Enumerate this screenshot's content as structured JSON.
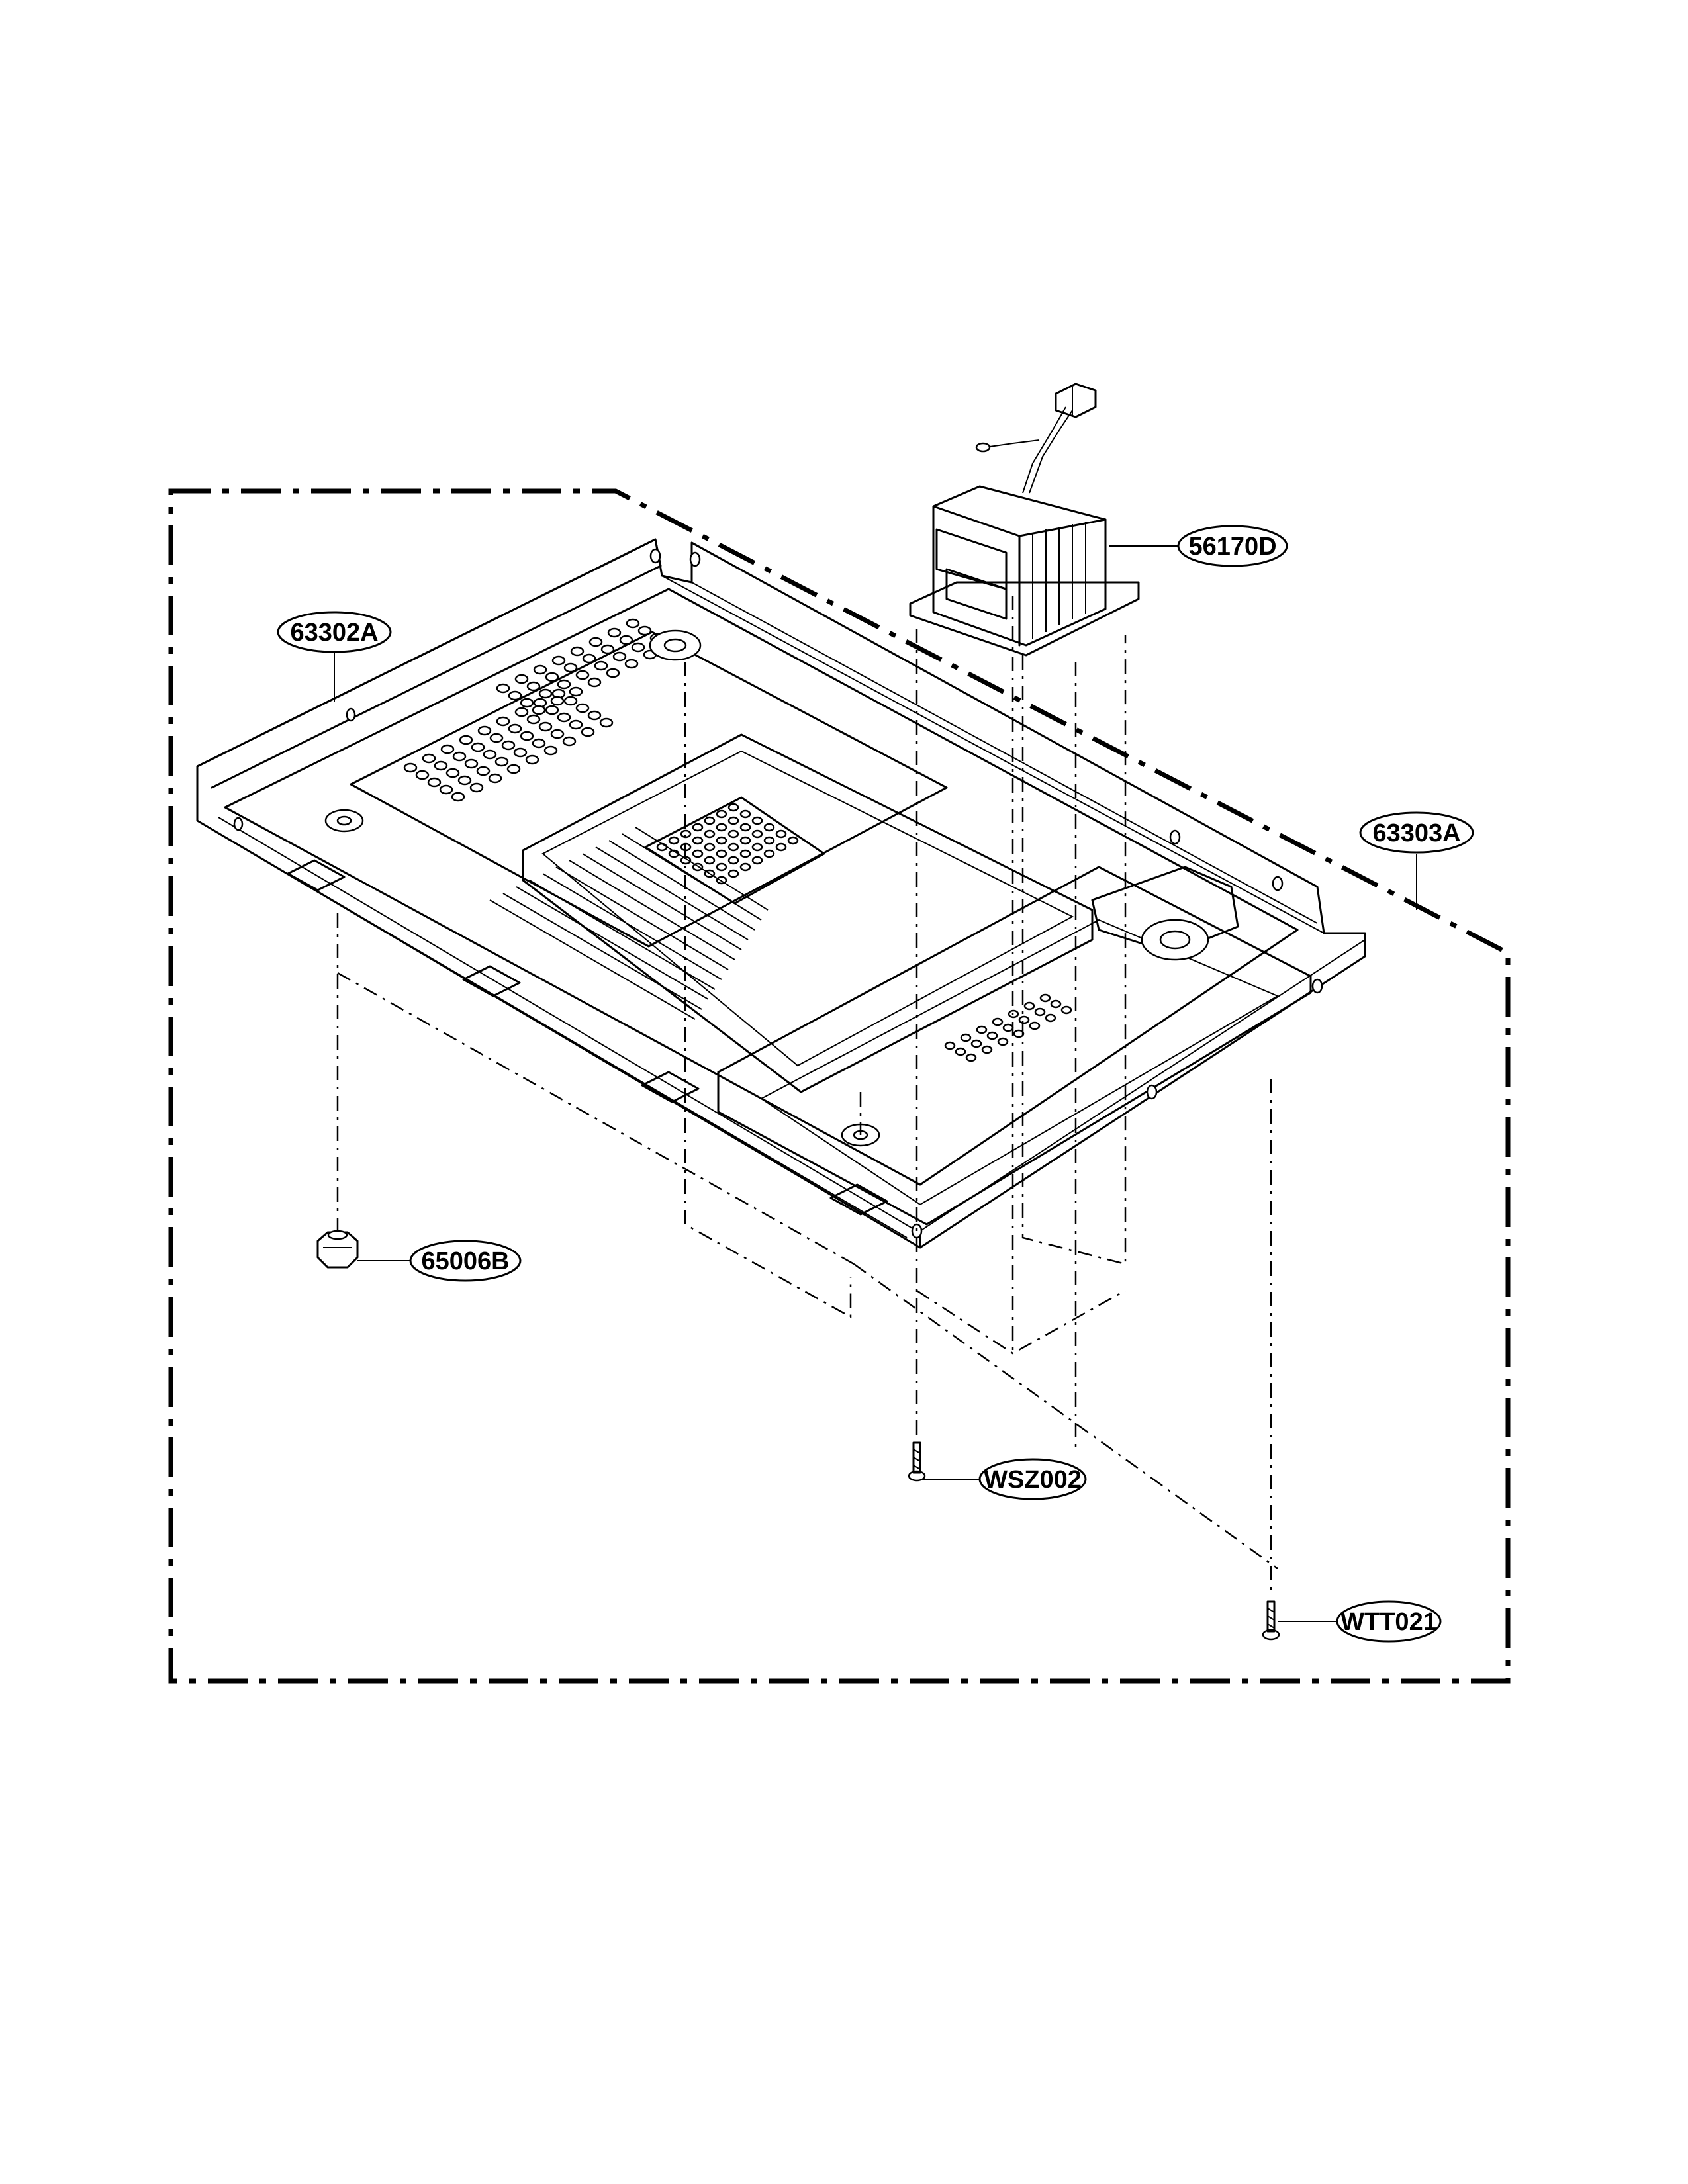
{
  "callouts": {
    "c63302A": "63302A",
    "c56170D": "56170D",
    "c63303A": "63303A",
    "c65006B": "65006B",
    "cWSZ002": "WSZ002",
    "cWTT021": "WTT021"
  },
  "parts": [
    {
      "id": "63302A",
      "part": "base-plate"
    },
    {
      "id": "56170D",
      "part": "transformer"
    },
    {
      "id": "63303A",
      "part": "base-assembly-group"
    },
    {
      "id": "65006B",
      "part": "foot-cap"
    },
    {
      "id": "WSZ002",
      "part": "screw"
    },
    {
      "id": "WTT021",
      "part": "screw"
    }
  ]
}
